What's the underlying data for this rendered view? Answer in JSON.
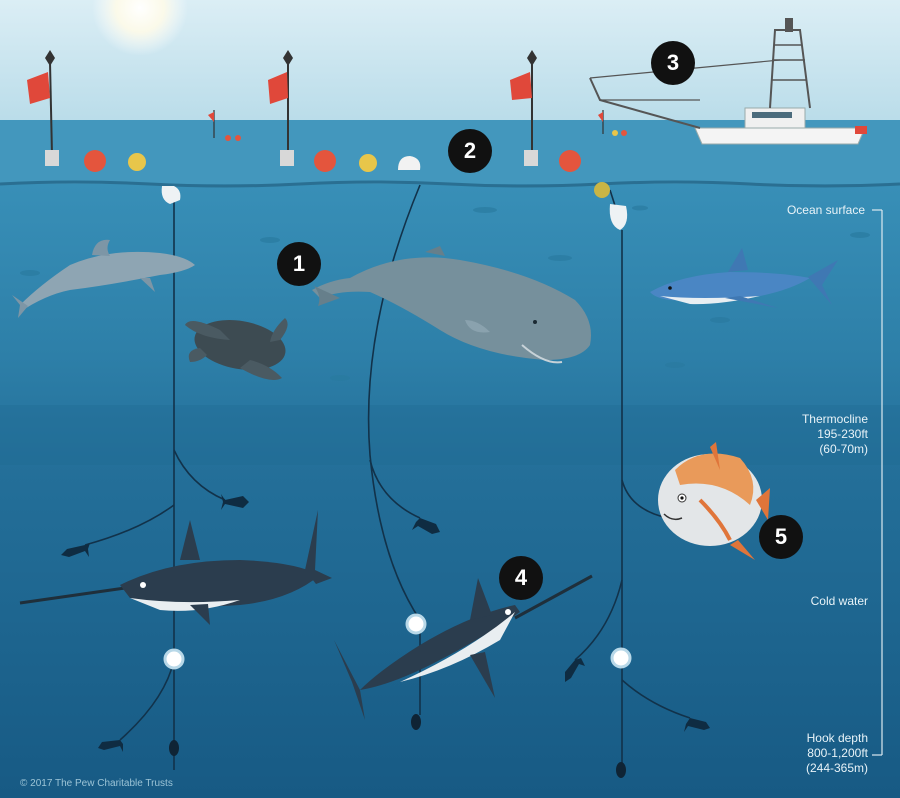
{
  "callouts": [
    {
      "number": "1"
    },
    {
      "number": "2"
    },
    {
      "number": "3"
    },
    {
      "number": "4"
    },
    {
      "number": "5"
    }
  ],
  "depth_scale": {
    "ocean_surface": "Ocean surface",
    "thermocline_title": "Thermocline",
    "thermocline_ft": "195-230ft",
    "thermocline_m": "(60-70m)",
    "cold_water": "Cold water",
    "hook_title": "Hook depth",
    "hook_ft": "800-1,200ft",
    "hook_m": "(244-365m)"
  },
  "copyright": "© 2017 The Pew Charitable Trusts",
  "colors": {
    "sky": "#cfe6f0",
    "sea_surface": "#3d8fb4",
    "upper_water": "#2f83ab",
    "thermocline_water": "#236f98",
    "deep_water": "#1a5f88",
    "flag": "#e0483a",
    "float_red": "#e4553d",
    "float_yellow": "#e8c64a",
    "badge": "#111111"
  }
}
